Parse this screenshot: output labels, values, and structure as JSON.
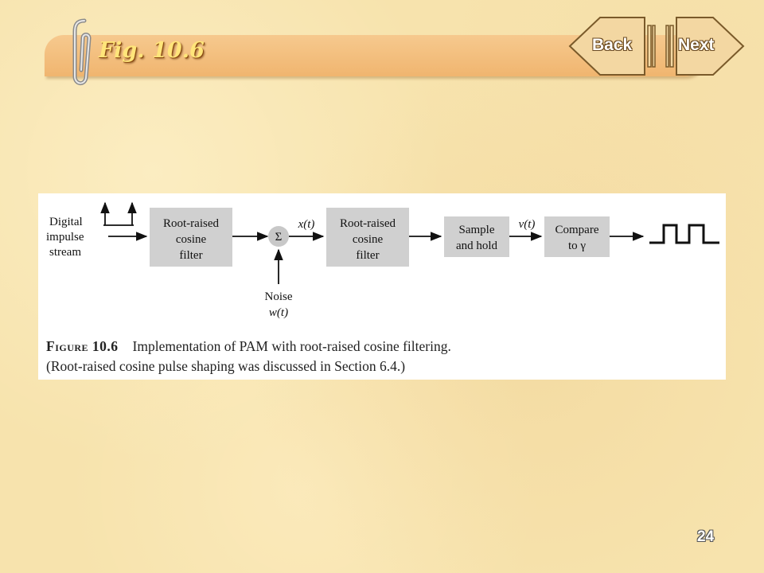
{
  "header": {
    "title": "Fig. 10.6",
    "back_label": "Back",
    "next_label": "Next"
  },
  "diagram": {
    "input_label": [
      "Digital",
      "impulse",
      "stream"
    ],
    "filter1_label": [
      "Root-raised",
      "cosine",
      "filter"
    ],
    "sum_symbol": "Σ",
    "signal_x": "x(t)",
    "filter2_label": [
      "Root-raised",
      "cosine",
      "filter"
    ],
    "sample_label": [
      "Sample",
      "and hold"
    ],
    "signal_v": "v(t)",
    "compare_label": [
      "Compare",
      "to γ"
    ],
    "noise_label": "Noise",
    "noise_signal": "w(t)"
  },
  "caption": {
    "label": "Figure 10.6",
    "line1": "Implementation of PAM with root-raised cosine filtering.",
    "line2": "(Root-raised cosine pulse shaping was discussed in Section 6.4.)"
  },
  "footer": {
    "page_number": "24"
  },
  "colors": {
    "title_bar": "#f0b56f",
    "title_text": "#ffe57a",
    "block_fill": "#d0d0d0"
  }
}
